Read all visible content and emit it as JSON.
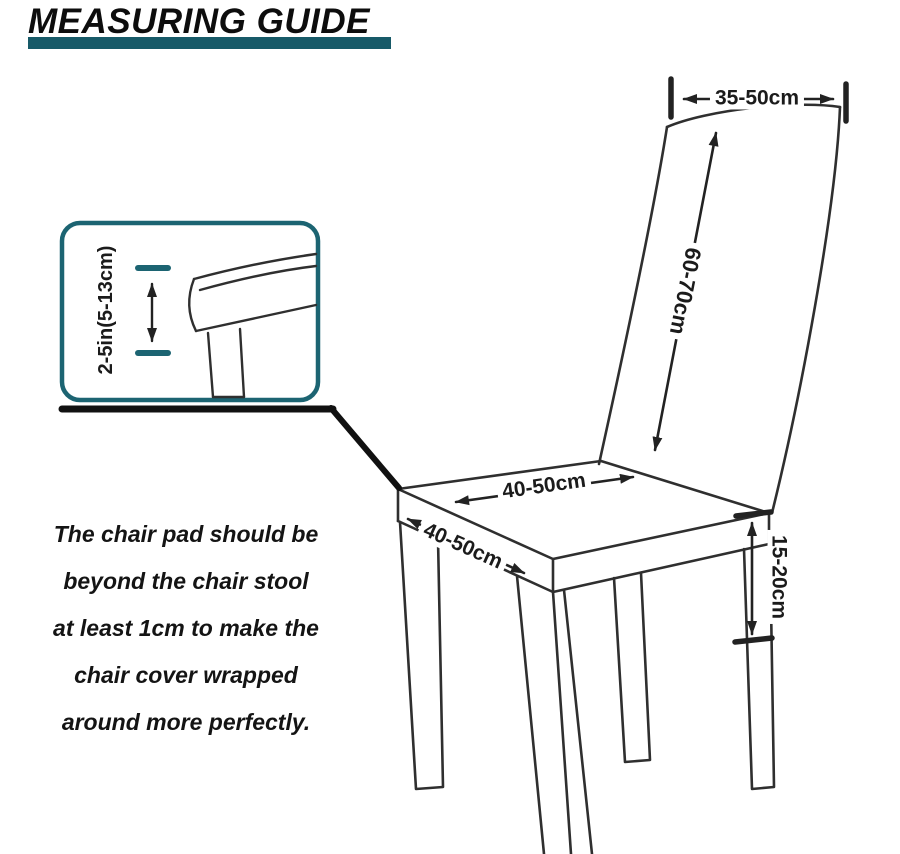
{
  "header": {
    "title": "MEASURING GUIDE"
  },
  "colors": {
    "title_bar_teal": "#175a68",
    "inset_teal": "#1c6472",
    "line_ink": "#2f2f2f",
    "arrow_ink": "#222222"
  },
  "measurements": {
    "top_width": "35-50cm",
    "back_height": "60-70cm",
    "seat_width": "40-50cm",
    "seat_depth": "40-50cm",
    "side_height": "15-20cm",
    "inset_overlap": "2-5in(5-13cm)"
  },
  "note": {
    "lines": [
      "The chair pad should be",
      "beyond the chair stool",
      "at least 1cm to make the",
      "chair cover wrapped",
      "around more perfectly."
    ]
  }
}
